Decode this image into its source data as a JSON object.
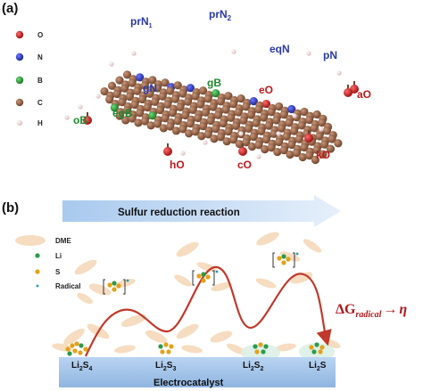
{
  "panels": {
    "a": "(a)",
    "b": "(b)"
  },
  "legend_a": [
    {
      "label": "O",
      "color": "#c8191b"
    },
    {
      "label": "N",
      "color": "#2a36c8"
    },
    {
      "label": "B",
      "color": "#23962f"
    },
    {
      "label": "C",
      "color": "#8a5a3c"
    },
    {
      "label": "H",
      "color": "#f0d6d6"
    }
  ],
  "site_labels": {
    "prN1": {
      "base": "prN",
      "sub": "1"
    },
    "prN2": {
      "base": "prN",
      "sub": "2"
    },
    "eqN": "eqN",
    "pN": "pN",
    "gN": "gN",
    "gB": "gB",
    "eO": "eO",
    "aO": "aO",
    "oB": "oB",
    "egB": "egB",
    "hO": "hO",
    "cO": "cO",
    "kO": "kO"
  },
  "banner": "Sulfur reduction reaction",
  "legend_b": [
    {
      "label": "DME"
    },
    {
      "label": "Li"
    },
    {
      "label": "S"
    },
    {
      "label": "Radical"
    }
  ],
  "species": [
    {
      "base": "Li",
      "s1": "2",
      "mid": "S",
      "s2": "4"
    },
    {
      "base": "Li",
      "s1": "2",
      "mid": "S",
      "s2": "3"
    },
    {
      "base": "Li",
      "s1": "2",
      "mid": "S",
      "s2": "2"
    },
    {
      "base": "Li",
      "s1": "2",
      "mid": "S",
      "s2": ""
    }
  ],
  "base_label": "Electrocatalyst",
  "equation": {
    "delta": "ΔG",
    "sub": "radical",
    "arrow": "→",
    "eta": "η"
  },
  "colors": {
    "oxygen": "#c8191b",
    "nitrogen": "#2a36c8",
    "boron": "#23962f",
    "carbon": "#8a5a3c",
    "hydrogen": "#f0d6d6",
    "li": "#2c9a4a",
    "s": "#e3a21a",
    "dme": "#f6dcc0",
    "curve": "#c0392b",
    "slab": "#a8c8ec"
  }
}
